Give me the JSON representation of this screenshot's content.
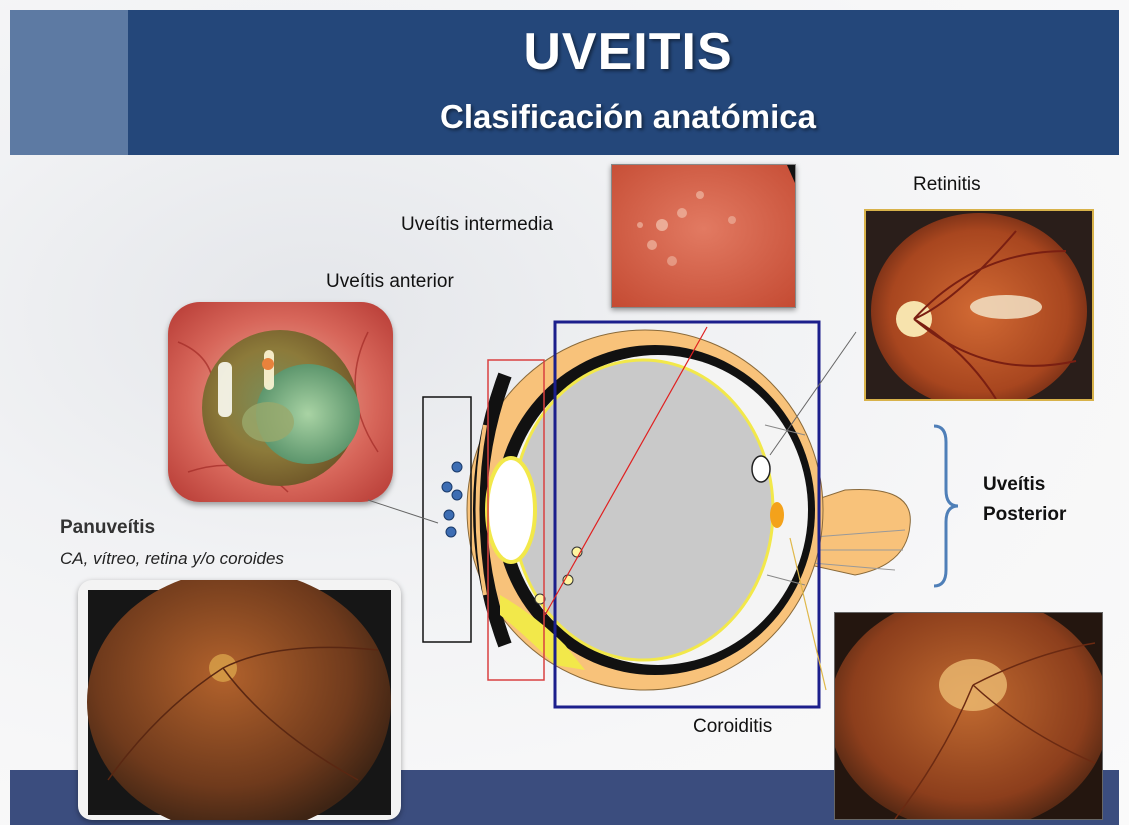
{
  "header": {
    "title": "UVEITIS",
    "subtitle": "Clasificación anatómica"
  },
  "labels": {
    "anterior": "Uveítis anterior",
    "intermedia": "Uveítis intermedia",
    "retinitis": "Retinitis",
    "posterior_line1": "Uveítis",
    "posterior_line2": "Posterior",
    "panuveitis_title": "Panuveítis",
    "panuveitis_sub": "CA, vítreo, retina y/o coroides",
    "coroiditis": "Coroiditis"
  },
  "colors": {
    "header_bg": "#24477a",
    "accent": "#5d7aa3",
    "footer_bg": "#3b4d7e",
    "sclera": "#f8c27a",
    "vitreous": "#c9c9c9",
    "retina_line": "#f2e84a",
    "posterior_box": "#1c1f8c",
    "intermediate_box": "#d94040",
    "anterior_box": "#111111",
    "bracket": "#4f7fb8"
  },
  "icons": {
    "eye_photo": "inflamed-eye-photo",
    "fundus": "fundus-photo",
    "eye_cross_section": "eye-cross-section"
  }
}
